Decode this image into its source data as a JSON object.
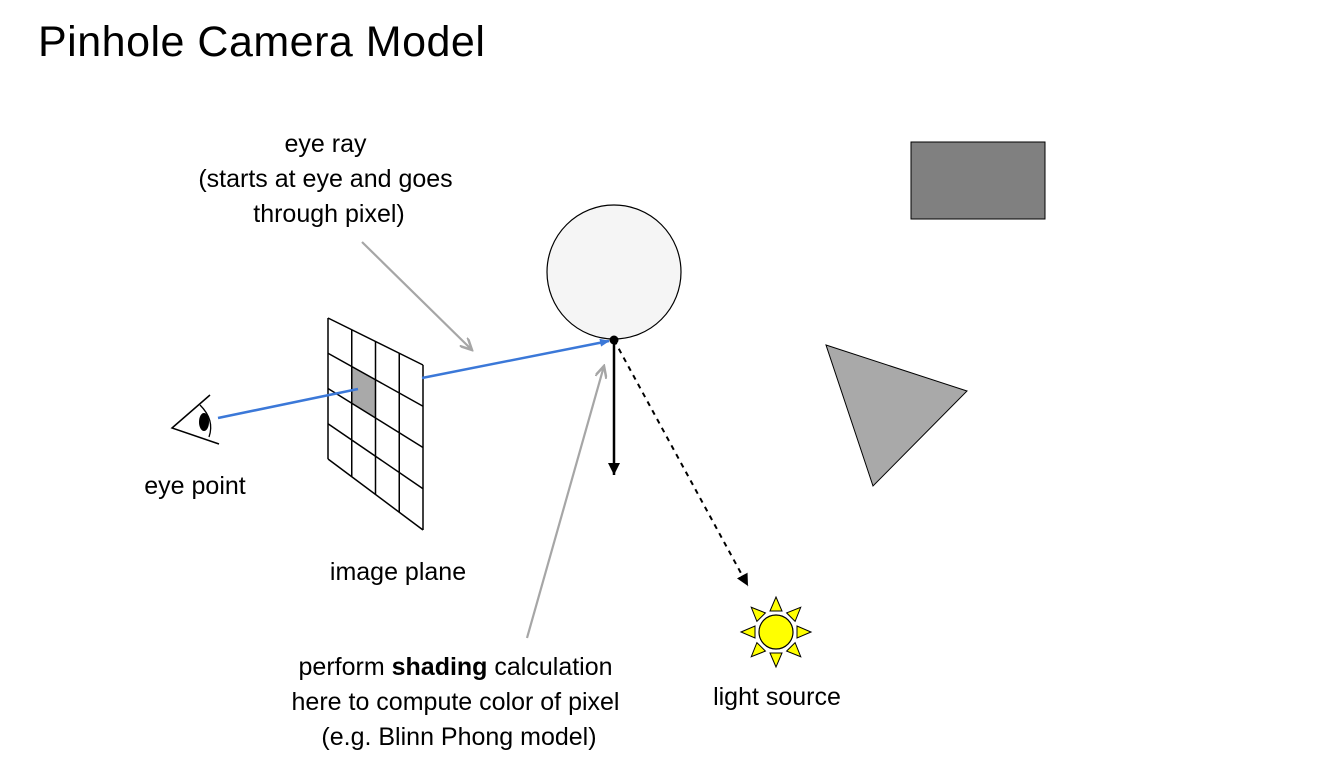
{
  "title": "Pinhole Camera Model",
  "labels": {
    "eye_ray": [
      "eye ray",
      "(starts at eye and goes",
      "through pixel)"
    ],
    "eye_point": "eye point",
    "image_plane": "image plane",
    "shading": {
      "line1_pre": "perform ",
      "line1_bold": "shading",
      "line1_post": " calculation",
      "line2": "here to compute color of pixel",
      "line3": "(e.g. Blinn Phong model)"
    },
    "light_source": "light source"
  },
  "image_plane_grid": {
    "rows": 4,
    "cols": 4,
    "highlighted_cell": {
      "row": 1,
      "col": 1
    }
  },
  "colors": {
    "ray": "#3b78d8",
    "pointer": "#a6a6a6",
    "sphere": "#f5f5f5",
    "rectangle": "#808080",
    "triangle": "#a9a9a9",
    "sun": "#ffff00",
    "pixel": "#a9a9a9"
  }
}
